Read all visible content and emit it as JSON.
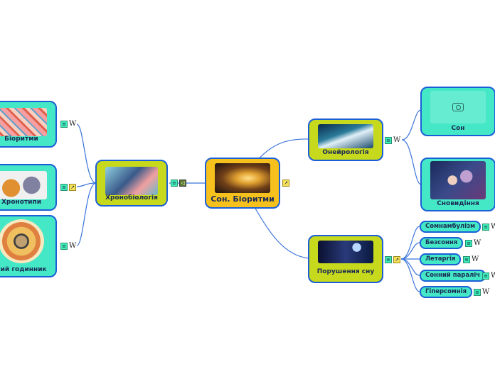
{
  "root": {
    "label": "Сон. Біоритми"
  },
  "chronobiology": {
    "label": "Хронобіологія"
  },
  "biorhythms": {
    "label": "Біоритми"
  },
  "chronotypes": {
    "label": "Хронотипи"
  },
  "biological_clock": {
    "label": "ний годинник"
  },
  "oneirology": {
    "label": "Онейрологія"
  },
  "sleep_node": {
    "label": "Сон"
  },
  "dreaming": {
    "label": "Сновидіння"
  },
  "sleep_disorders": {
    "label": "Порушення сну"
  },
  "disorders": [
    {
      "label": "Сомнамбулізм"
    },
    {
      "label": "Безсоння"
    },
    {
      "label": "Летаргія"
    },
    {
      "label": "Сонний параліч"
    },
    {
      "label": "Гіперсомнія"
    }
  ],
  "wiki_mark": "W",
  "colors": {
    "root": "#f7c11d",
    "level1": "#c7d91c",
    "level2": "#45e8c6",
    "line": "#1a5fd6"
  }
}
